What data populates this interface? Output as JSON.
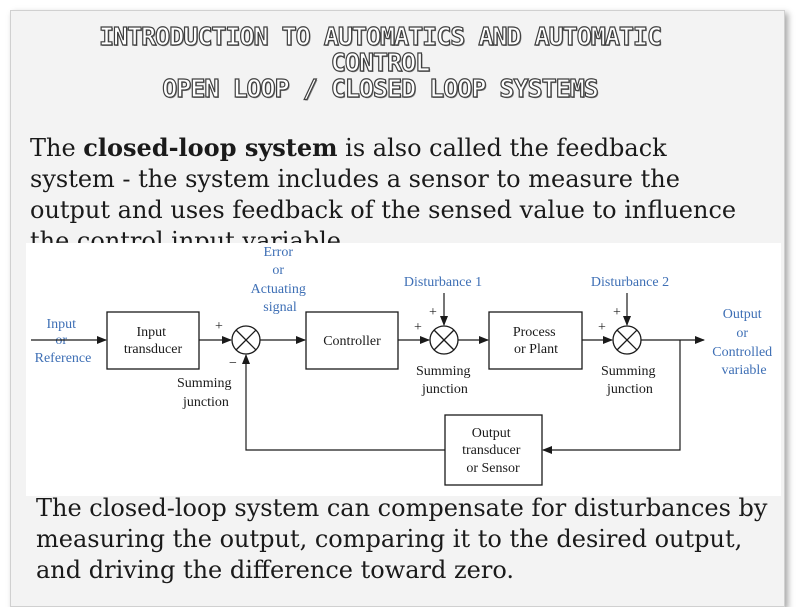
{
  "title": {
    "line1": "INTRODUCTION TO AUTOMATICS AND AUTOMATIC",
    "line2": "CONTROL",
    "line3": "OPEN LOOP / CLOSED LOOP SYSTEMS"
  },
  "paragraph1": {
    "prefix": "The ",
    "bold": "closed-loop system",
    "suffix": " is also called the feedback system - the system includes a sensor to measure the output and uses feedback of the sensed value to influence the control input variable."
  },
  "diagram": {
    "input_label": [
      "Input",
      "or",
      "Reference"
    ],
    "input_transducer": [
      "Input",
      "transducer"
    ],
    "error_label": [
      "Error",
      "or",
      "Actuating",
      "signal"
    ],
    "controller": "Controller",
    "disturbance1": "Disturbance 1",
    "disturbance2": "Disturbance 2",
    "process": [
      "Process",
      "or Plant"
    ],
    "output_label": [
      "Output",
      "or",
      "Controlled",
      "variable"
    ],
    "summing_junction": [
      "Summing",
      "junction"
    ],
    "output_transducer": [
      "Output",
      "transducer",
      "or Sensor"
    ],
    "plus": "+",
    "minus": "−",
    "colors": {
      "blue_text": "#3e6fb5",
      "black": "#1a1a1a"
    }
  },
  "paragraph2": "The closed-loop system can compensate for disturbances by measuring the output, comparing it to the desired output, and driving the difference toward zero."
}
